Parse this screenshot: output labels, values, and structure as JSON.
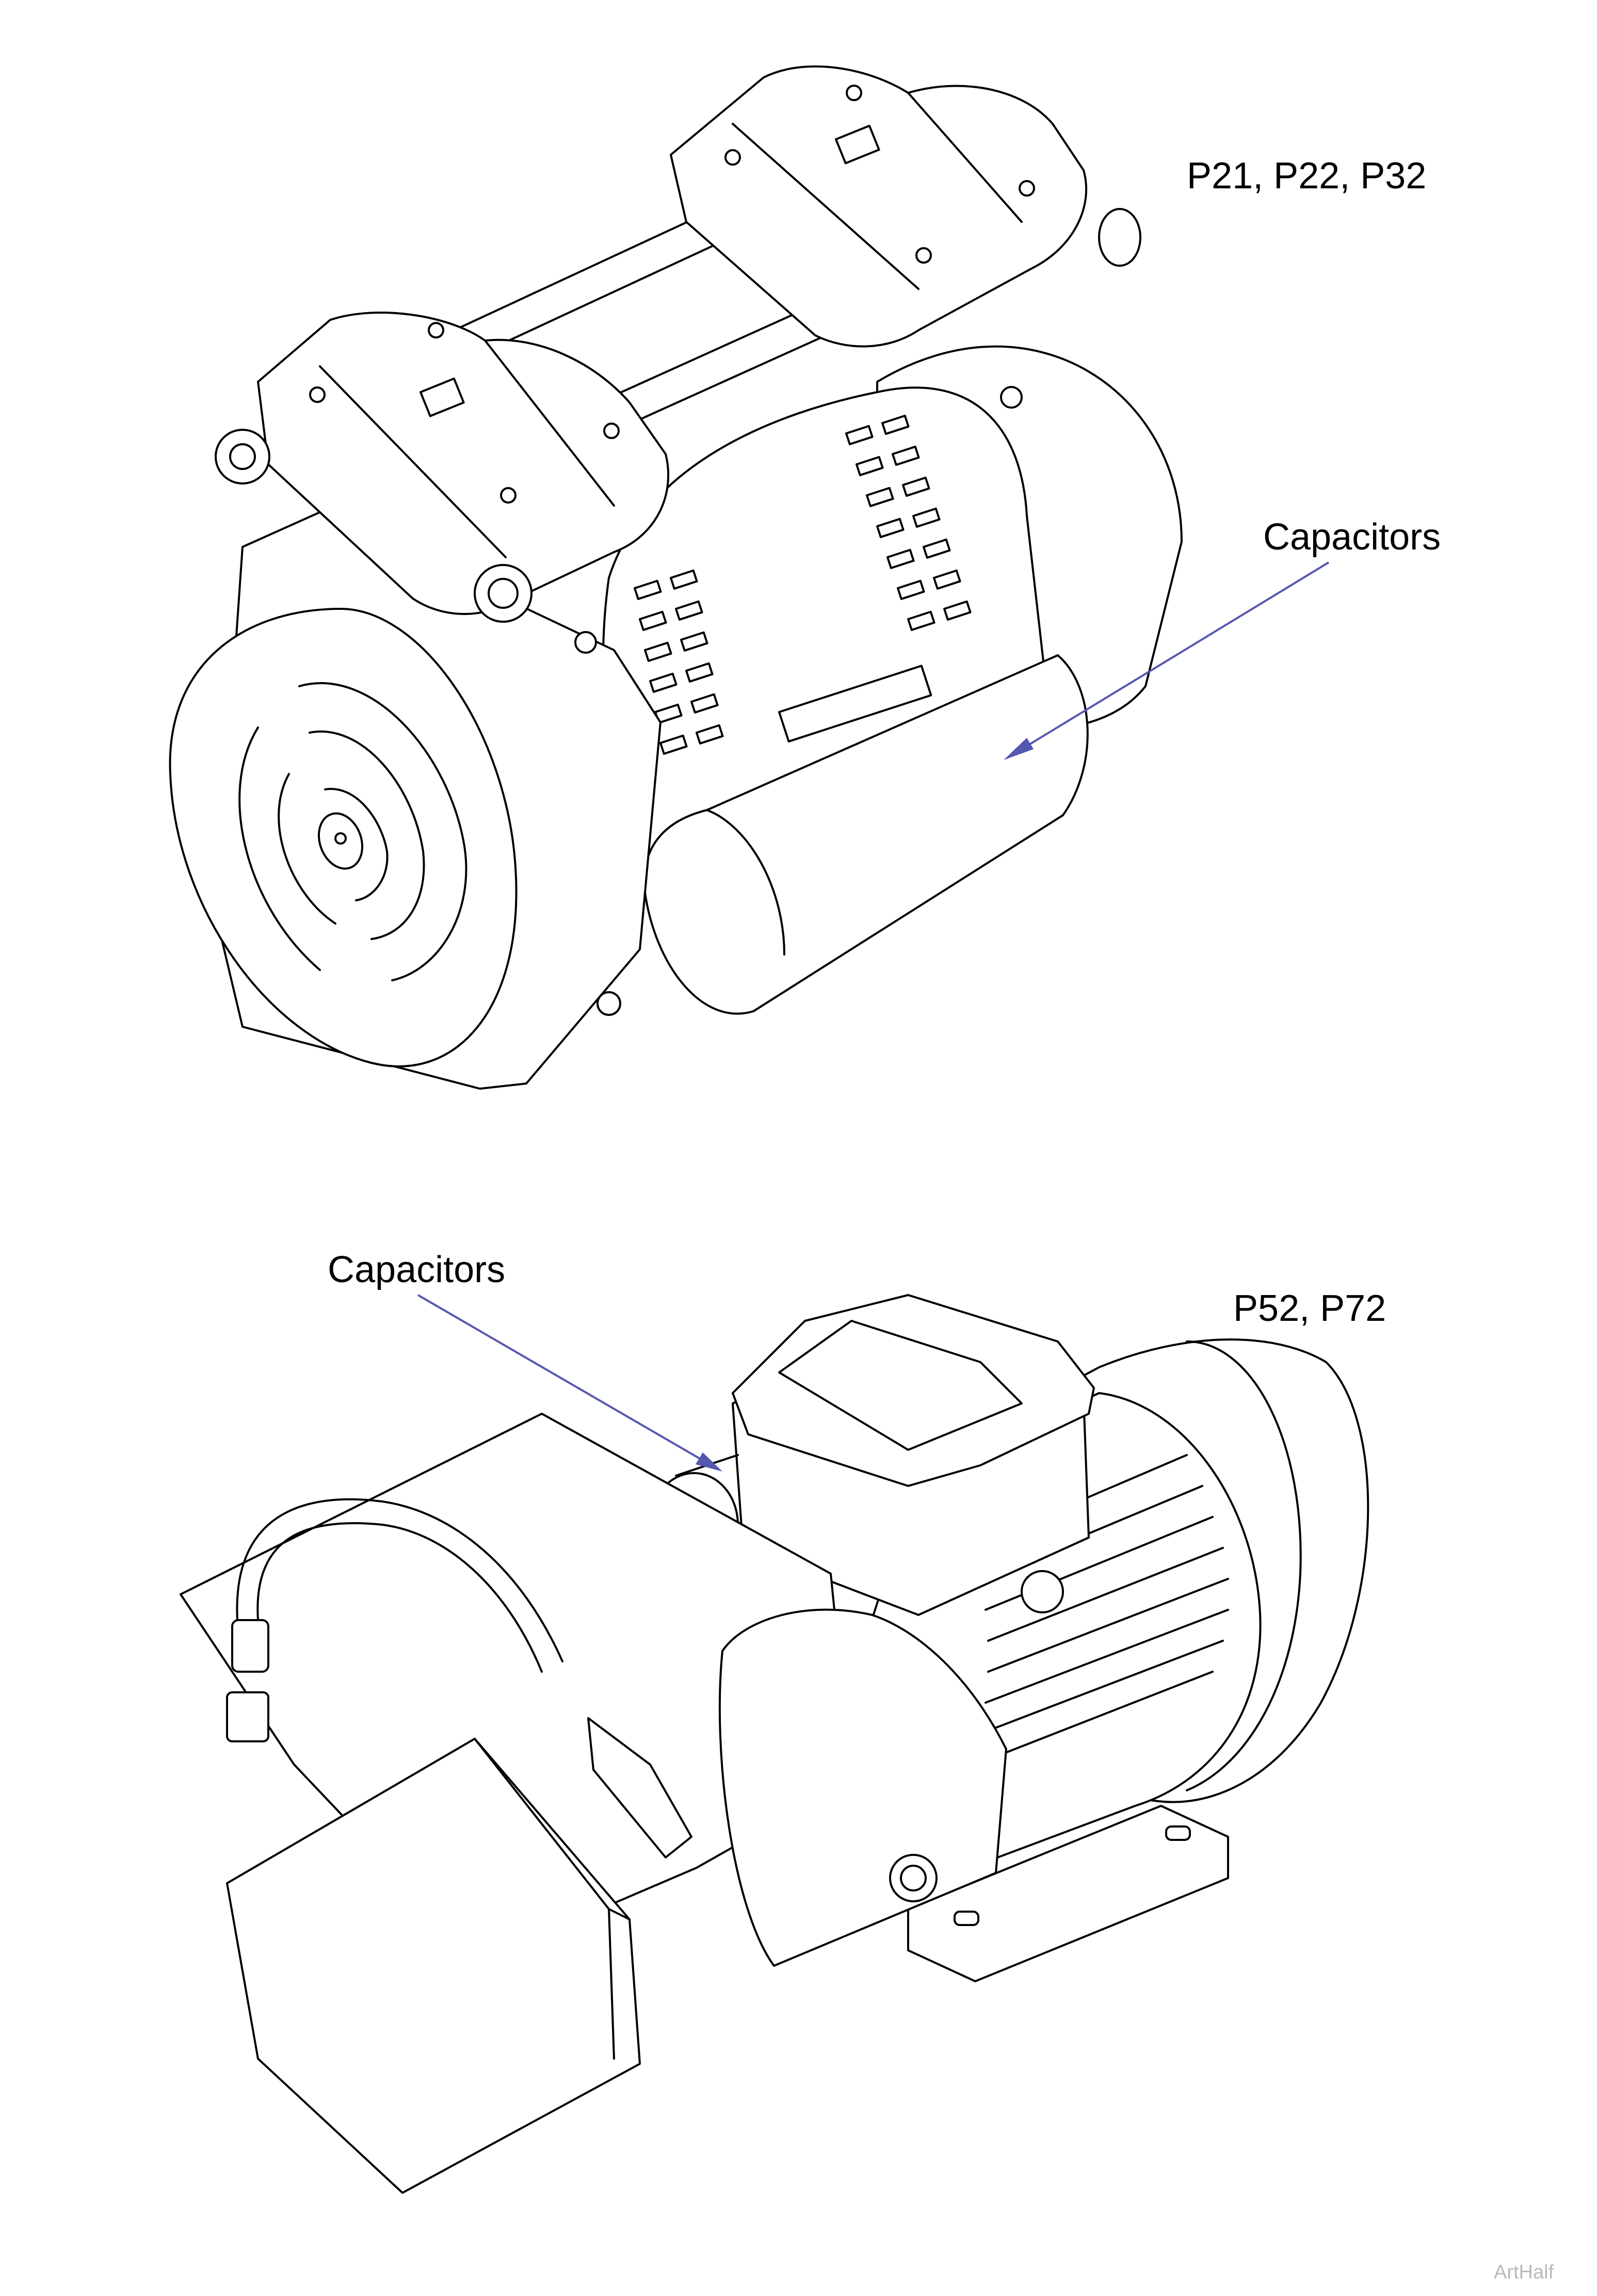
{
  "labels": {
    "top_models": "P21, P22, P32",
    "top_callout": "Capacitors",
    "bottom_callout": "Capacitors",
    "bottom_models": "P52, P72",
    "watermark": "ArtHalf"
  },
  "colors": {
    "line": "#000000",
    "leader": "#5558b0",
    "watermark": "#b9b9b9",
    "background": "#ffffff"
  }
}
